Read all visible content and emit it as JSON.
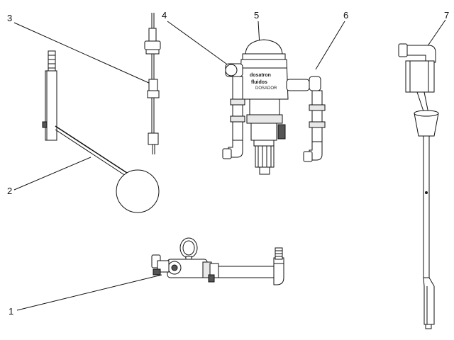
{
  "callouts": [
    "1",
    "2",
    "3",
    "4",
    "5",
    "6",
    "7"
  ],
  "brand": {
    "line1": "dosatron",
    "line2": "fluidos",
    "line3": "DOSADOR"
  }
}
